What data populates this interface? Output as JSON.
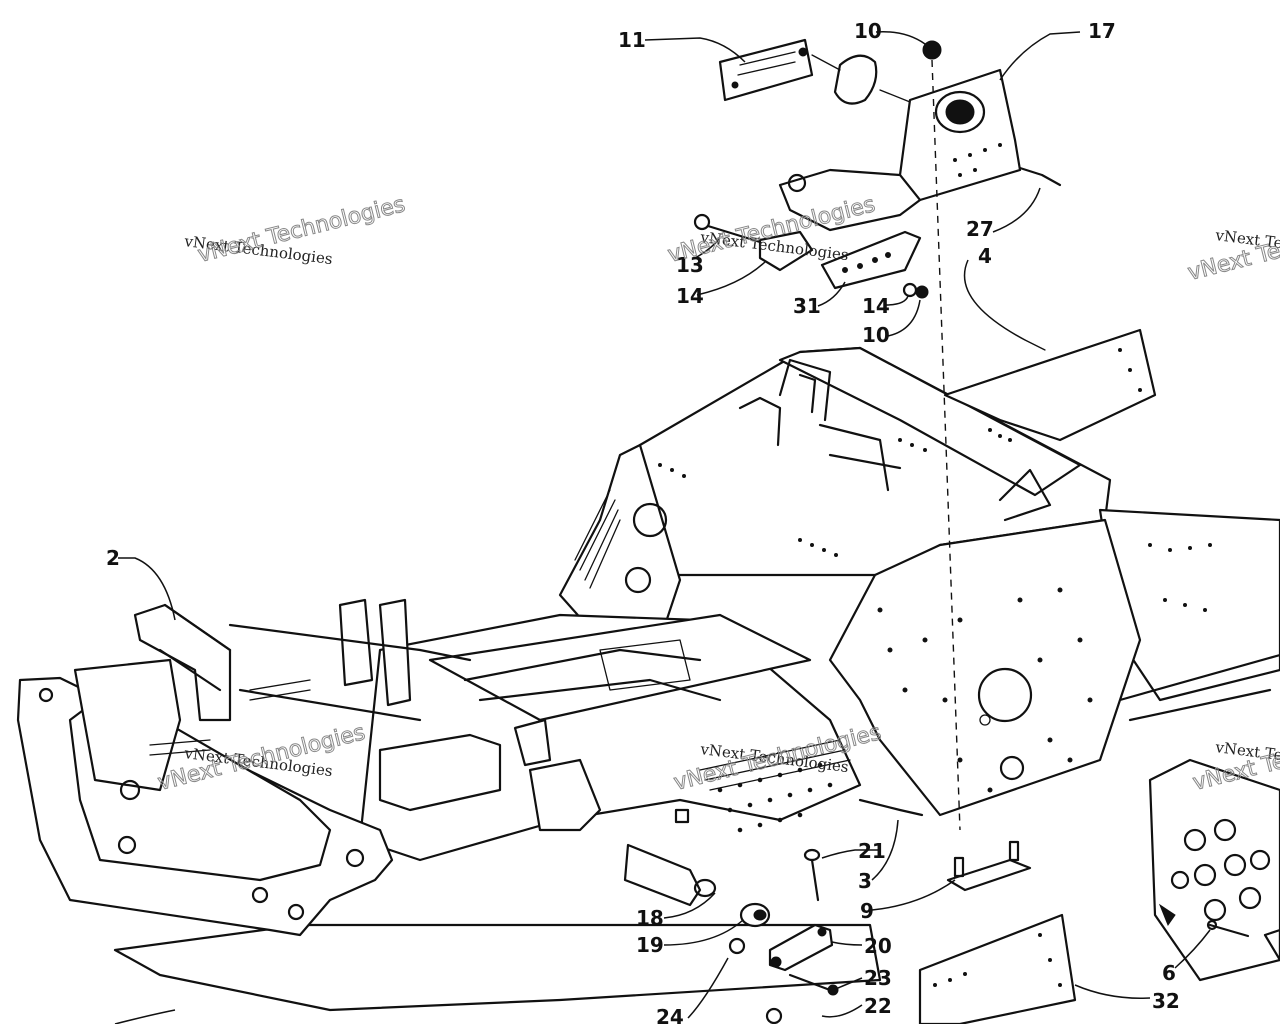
{
  "diagram": {
    "callouts": [
      {
        "id": "c11",
        "text": "11"
      },
      {
        "id": "c10a",
        "text": "10"
      },
      {
        "id": "c17",
        "text": "17"
      },
      {
        "id": "c27",
        "text": "27"
      },
      {
        "id": "c4",
        "text": "4"
      },
      {
        "id": "c13",
        "text": "13"
      },
      {
        "id": "c14a",
        "text": "14"
      },
      {
        "id": "c31",
        "text": "31"
      },
      {
        "id": "c14b",
        "text": "14"
      },
      {
        "id": "c10b",
        "text": "10"
      },
      {
        "id": "c2",
        "text": "2"
      },
      {
        "id": "c21",
        "text": "21"
      },
      {
        "id": "c3",
        "text": "3"
      },
      {
        "id": "c9",
        "text": "9"
      },
      {
        "id": "c18",
        "text": "18"
      },
      {
        "id": "c19",
        "text": "19"
      },
      {
        "id": "c20",
        "text": "20"
      },
      {
        "id": "c23",
        "text": "23"
      },
      {
        "id": "c22",
        "text": "22"
      },
      {
        "id": "c6",
        "text": "6"
      },
      {
        "id": "c32",
        "text": "32"
      },
      {
        "id": "c24",
        "text": "24"
      }
    ],
    "watermarks": [
      {
        "id": "w1",
        "text": "vNext Technologies"
      },
      {
        "id": "w2",
        "text": "vNext Technologies"
      },
      {
        "id": "w3",
        "text": "vNext Technologies"
      },
      {
        "id": "w4",
        "text": "vNext Technologies"
      },
      {
        "id": "w5",
        "text": "vNext Technologies"
      },
      {
        "id": "w6",
        "text": "vNext Technologies"
      }
    ]
  }
}
